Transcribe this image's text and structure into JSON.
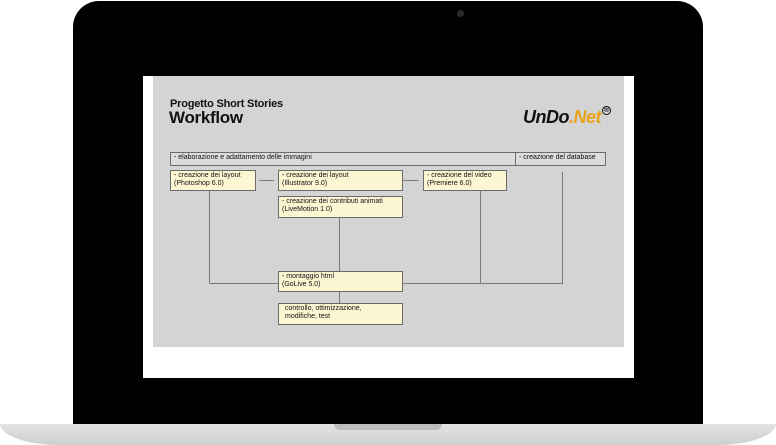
{
  "slide": {
    "title": "Progetto Short Stories",
    "subtitle": "Workflow",
    "logo_main": "UnDo",
    "logo_net": ".Net",
    "logo_mark": "®"
  },
  "boxes": {
    "images": "- elaborazione e adattamento delle immagini",
    "database": "- creazione del database",
    "layout_ps_1": "- creazione dei layout",
    "layout_ps_2": "(Photoshop 6.0)",
    "layout_ai_1": "- creazione dei layout",
    "layout_ai_2": "(Illustrator 9.0)",
    "video_1": "- creazione del video",
    "video_2": "(Premiere 6.0)",
    "animated_1": "- creazione dei contributi animati",
    "animated_2": "(LiveMotion 1.0)",
    "html_1": "- montaggio html",
    "html_2": "(GoLive 5.0)",
    "control_1": "controllo, ottimizzazione,",
    "control_2": "modifiche, test"
  },
  "colors": {
    "slide_background": "#d4d4d4",
    "box_yellow": "#fdf6d3",
    "box_grey": "#dcdcdc",
    "logo_accent": "#e8a317",
    "device": "#000000"
  }
}
